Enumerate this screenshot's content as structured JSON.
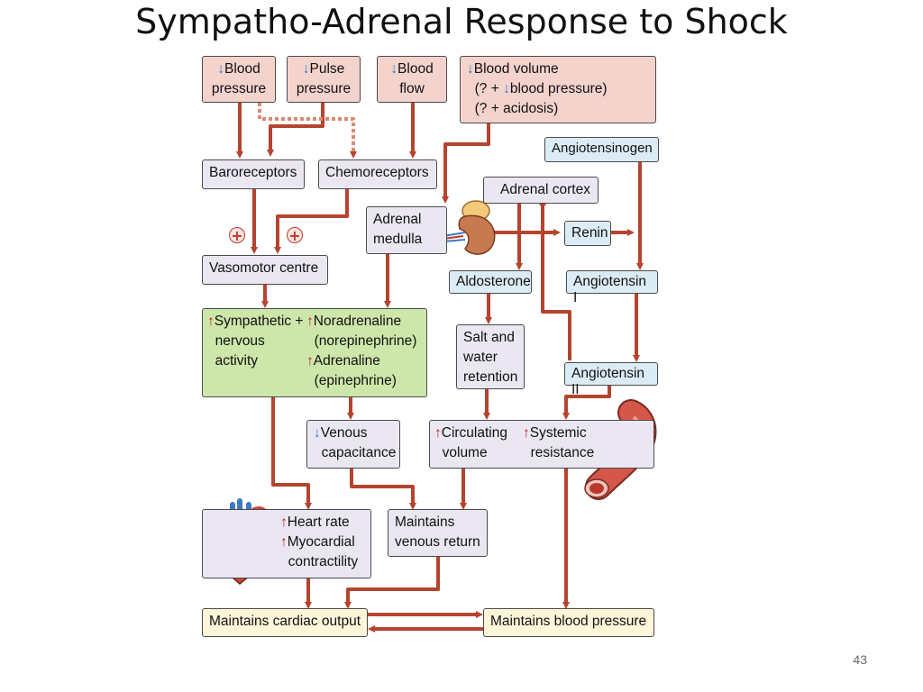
{
  "title": "Sympatho-Adrenal Response to Shock",
  "page_number": "43",
  "arrows": {
    "down": "↓",
    "up": "↑"
  },
  "plus_sign": "+",
  "nodes": {
    "blood_pressure": {
      "l1": "Blood",
      "l2": "pressure"
    },
    "pulse_pressure": {
      "l1": "Pulse",
      "l2": "pressure"
    },
    "blood_flow": {
      "l1": "Blood",
      "l2": "flow"
    },
    "blood_volume": {
      "l1": "Blood volume",
      "l2a": "(? + ",
      "l2b": "blood pressure)",
      "l3": "(? + acidosis)"
    },
    "baroreceptors": "Baroreceptors",
    "chemoreceptors": "Chemoreceptors",
    "angiotensinogen": "Angiotensinogen",
    "adrenal_cortex": "Adrenal cortex",
    "adrenal_medulla": {
      "l1": "Adrenal",
      "l2": "medulla"
    },
    "renin": "Renin",
    "vasomotor_centre": "Vasomotor centre",
    "aldosterone": "Aldosterone",
    "angiotensin_1": "Angiotensin I",
    "sympathetic": {
      "a1": "Sympathetic +",
      "a2": "nervous",
      "a3": "activity",
      "b1": "Noradrenaline",
      "b2": "(norepinephrine)",
      "b3": "Adrenaline",
      "b4": "(epinephrine)"
    },
    "salt_water": {
      "l1": "Salt and",
      "l2": "water",
      "l3": "retention"
    },
    "angiotensin_2": "Angiotensin II",
    "venous_capacitance": {
      "l1": "Venous",
      "l2": "capacitance"
    },
    "circulating_volume": {
      "l1": "Circulating",
      "l2": "volume"
    },
    "systemic_resistance": {
      "l1": "Systemic",
      "l2": "resistance"
    },
    "heart": {
      "l1": "Heart rate",
      "l2": "Myocardial",
      "l3": "contractility"
    },
    "venous_return": {
      "l1": "Maintains",
      "l2": "venous return"
    },
    "cardiac_output": "Maintains cardiac output",
    "maintains_bp": "Maintains blood pressure"
  },
  "colors": {
    "arrow": "#b5442f",
    "arrow_light": "#d98a74",
    "arrow_outline": "#7a2414"
  }
}
